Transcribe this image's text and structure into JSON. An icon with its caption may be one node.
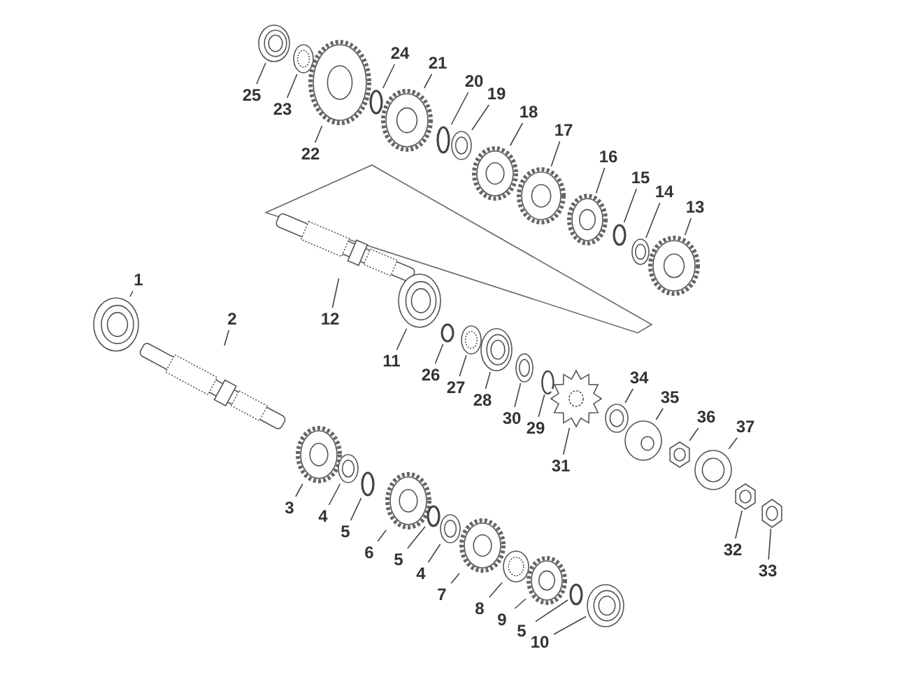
{
  "diagram": {
    "nodes": [
      {
        "text": [
          "25"
        ]
      },
      {
        "text": [
          "23"
        ]
      },
      {
        "text": [
          "22"
        ]
      },
      {
        "text": [
          "24"
        ]
      },
      {
        "text": [
          "21"
        ]
      },
      {
        "text": [
          "20"
        ]
      },
      {
        "text": [
          "19"
        ]
      },
      {
        "text": [
          "18"
        ]
      },
      {
        "text": [
          "17"
        ]
      },
      {
        "text": [
          "16"
        ]
      },
      {
        "text": [
          "15"
        ]
      },
      {
        "text": [
          "14"
        ]
      },
      {
        "text": [
          "13"
        ]
      },
      {
        "text": [
          "12"
        ]
      },
      {
        "text": [
          "11"
        ]
      },
      {
        "text": [
          "26"
        ]
      },
      {
        "text": [
          "27"
        ]
      },
      {
        "text": [
          "28"
        ]
      },
      {
        "text": [
          "30"
        ]
      },
      {
        "text": [
          "29"
        ]
      },
      {
        "text": [
          "31"
        ]
      },
      {
        "text": [
          "34"
        ]
      },
      {
        "text": [
          "35"
        ]
      },
      {
        "text": [
          "36"
        ]
      },
      {
        "text": [
          "37"
        ]
      },
      {
        "text": [
          "32"
        ]
      },
      {
        "text": [
          "33"
        ]
      },
      {
        "text": [
          "1"
        ]
      },
      {
        "text": [
          "2"
        ]
      },
      {
        "text": [
          "3"
        ]
      },
      {
        "text": [
          "4"
        ]
      },
      {
        "text": [
          "5"
        ]
      },
      {
        "text": [
          "6"
        ]
      },
      {
        "text": [
          "5"
        ]
      },
      {
        "text": [
          "4"
        ]
      },
      {
        "text": [
          "7"
        ]
      },
      {
        "text": [
          "8"
        ]
      },
      {
        "text": [
          "9"
        ]
      },
      {
        "text": [
          "5"
        ]
      },
      {
        "text": [
          "10"
        ]
      },
      {
        "text": [],
        "shape": "bearing"
      },
      {
        "text": [],
        "shape": "bushing"
      },
      {
        "text": [],
        "shape": "gear"
      },
      {
        "text": [],
        "shape": "ring"
      },
      {
        "text": [],
        "shape": "gear"
      },
      {
        "text": [],
        "shape": "ring"
      },
      {
        "text": [],
        "shape": "washer"
      },
      {
        "text": [],
        "shape": "gear"
      },
      {
        "text": [],
        "shape": "gear"
      },
      {
        "text": [],
        "shape": "gear"
      },
      {
        "text": [],
        "shape": "ring"
      },
      {
        "text": [],
        "shape": "washer"
      },
      {
        "text": [],
        "shape": "gear"
      },
      {
        "text": [],
        "shape": "shaft"
      },
      {
        "text": [],
        "shape": "bearing"
      },
      {
        "text": [],
        "shape": "ring"
      },
      {
        "text": [],
        "shape": "bushing"
      },
      {
        "text": [],
        "shape": "bearing"
      },
      {
        "text": [],
        "shape": "washer"
      },
      {
        "text": [],
        "shape": "circlip"
      },
      {
        "text": [],
        "shape": "sprocket"
      },
      {
        "text": [],
        "shape": "washer"
      },
      {
        "text": [],
        "shape": "spacer"
      },
      {
        "text": [],
        "shape": "nut"
      },
      {
        "text": [],
        "shape": "washer"
      },
      {
        "text": [],
        "shape": "nut"
      },
      {
        "text": [],
        "shape": "nut"
      },
      {
        "text": [],
        "shape": "bearing"
      },
      {
        "text": [],
        "shape": "shaft"
      },
      {
        "text": [],
        "shape": "gear"
      },
      {
        "text": [],
        "shape": "washer"
      },
      {
        "text": [],
        "shape": "ring"
      },
      {
        "text": [],
        "shape": "gear"
      },
      {
        "text": [],
        "shape": "ring"
      },
      {
        "text": [],
        "shape": "washer"
      },
      {
        "text": [],
        "shape": "gear"
      },
      {
        "text": [],
        "shape": "bushing"
      },
      {
        "text": [],
        "shape": "gear"
      },
      {
        "text": [],
        "shape": "ring"
      },
      {
        "text": [],
        "shape": "bearing"
      }
    ],
    "edges": [
      {
        "from": 0,
        "to": 40,
        "arrow": "none"
      },
      {
        "from": 1,
        "to": 41,
        "arrow": "none"
      },
      {
        "from": 2,
        "to": 42,
        "arrow": "none"
      },
      {
        "from": 3,
        "to": 43,
        "arrow": "none"
      },
      {
        "from": 4,
        "to": 44,
        "arrow": "none"
      },
      {
        "from": 5,
        "to": 45,
        "arrow": "none"
      },
      {
        "from": 6,
        "to": 46,
        "arrow": "none"
      },
      {
        "from": 7,
        "to": 47,
        "arrow": "none"
      },
      {
        "from": 8,
        "to": 48,
        "arrow": "none"
      },
      {
        "from": 9,
        "to": 49,
        "arrow": "none"
      },
      {
        "from": 10,
        "to": 50,
        "arrow": "none"
      },
      {
        "from": 11,
        "to": 51,
        "arrow": "none"
      },
      {
        "from": 12,
        "to": 52,
        "arrow": "none"
      },
      {
        "from": 13,
        "to": 53,
        "arrow": "none"
      },
      {
        "from": 14,
        "to": 54,
        "arrow": "none"
      },
      {
        "from": 15,
        "to": 55,
        "arrow": "none"
      },
      {
        "from": 16,
        "to": 56,
        "arrow": "none"
      },
      {
        "from": 17,
        "to": 57,
        "arrow": "none"
      },
      {
        "from": 18,
        "to": 58,
        "arrow": "none"
      },
      {
        "from": 19,
        "to": 59,
        "arrow": "none"
      },
      {
        "from": 20,
        "to": 60,
        "arrow": "none"
      },
      {
        "from": 21,
        "to": 61,
        "arrow": "none"
      },
      {
        "from": 22,
        "to": 62,
        "arrow": "none"
      },
      {
        "from": 23,
        "to": 63,
        "arrow": "none"
      },
      {
        "from": 24,
        "to": 64,
        "arrow": "none"
      },
      {
        "from": 25,
        "to": 65,
        "arrow": "none"
      },
      {
        "from": 26,
        "to": 66,
        "arrow": "none"
      },
      {
        "from": 27,
        "to": 67,
        "arrow": "none"
      },
      {
        "from": 28,
        "to": 68,
        "arrow": "none"
      },
      {
        "from": 29,
        "to": 69,
        "arrow": "none"
      },
      {
        "from": 30,
        "to": 70,
        "arrow": "none"
      },
      {
        "from": 31,
        "to": 71,
        "arrow": "none"
      },
      {
        "from": 32,
        "to": 72,
        "arrow": "none"
      },
      {
        "from": 33,
        "to": 73,
        "arrow": "none"
      },
      {
        "from": 34,
        "to": 74,
        "arrow": "none"
      },
      {
        "from": 35,
        "to": 75,
        "arrow": "none"
      },
      {
        "from": 36,
        "to": 76,
        "arrow": "none"
      },
      {
        "from": 37,
        "to": 77,
        "arrow": "none"
      },
      {
        "from": 38,
        "to": 78,
        "arrow": "none"
      },
      {
        "from": 39,
        "to": 79,
        "arrow": "none"
      }
    ]
  }
}
